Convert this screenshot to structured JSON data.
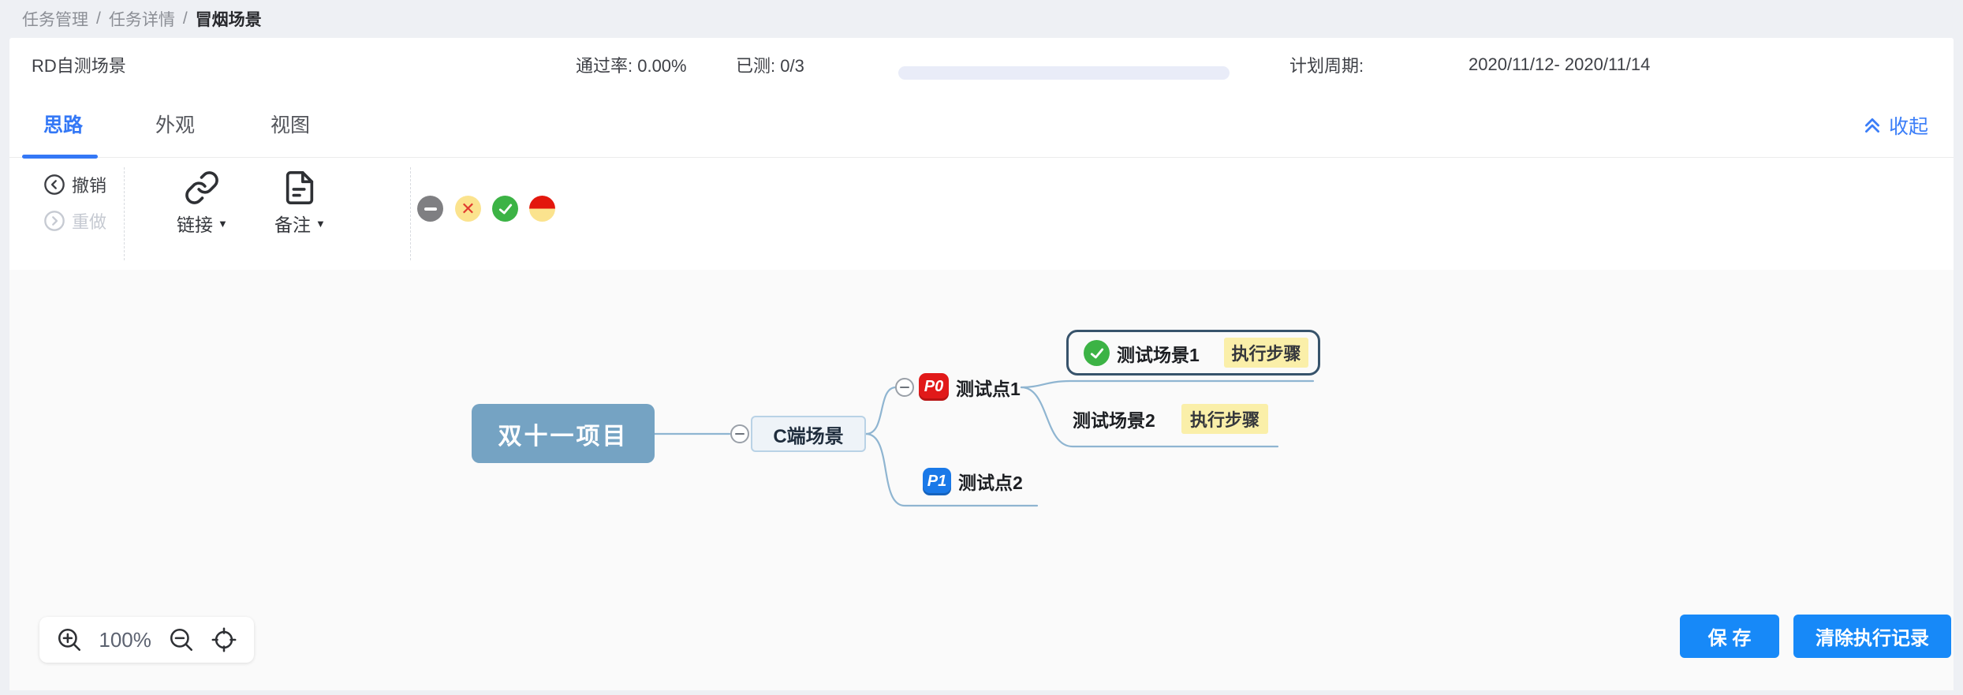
{
  "breadcrumb": {
    "items": [
      "任务管理",
      "任务详情",
      "冒烟场景"
    ],
    "separator": "/"
  },
  "header": {
    "title": "RD自测场景",
    "pass_rate": "通过率: 0.00%",
    "tested": "已测: 0/3",
    "progress_percent": 0,
    "plan_period_label": "计划周期:",
    "plan_period_value": "2020/11/12- 2020/11/14"
  },
  "tabs": {
    "items": [
      {
        "label": "思路",
        "active": true
      },
      {
        "label": "外观",
        "active": false
      },
      {
        "label": "视图",
        "active": false
      }
    ],
    "collapse_label": "收起"
  },
  "toolbar": {
    "undo_label": "撤销",
    "redo_label": "重做",
    "link_label": "链接",
    "note_label": "备注",
    "status_icons": [
      "status-blocked-gray-minus",
      "status-failed-yellow-x",
      "status-passed-green-check",
      "status-partial-red-yellow"
    ],
    "fail_x": "✕"
  },
  "mindmap": {
    "root": {
      "label": "双十一项目"
    },
    "group": {
      "label": "C端场景"
    },
    "point1": {
      "priority": "P0",
      "label": "测试点1"
    },
    "point2": {
      "priority": "P1",
      "label": "测试点2"
    },
    "scenario1": {
      "label": "测试场景1",
      "badge": "执行步骤",
      "status": "passed",
      "selected": true
    },
    "scenario2": {
      "label": "测试场景2",
      "badge": "执行步骤"
    }
  },
  "canvas_controls": {
    "zoom_level": "100%"
  },
  "footer": {
    "save_label": "保 存",
    "clear_label": "清除执行记录"
  },
  "colors": {
    "accent_blue": "#1789f8",
    "tab_active_blue": "#3478f6",
    "root_node": "#75a3c3",
    "branch_line": "#8fb5d1",
    "badge_yellow": "#faefa9",
    "priority_p0_red": "#e11919",
    "priority_p1_blue": "#1a79e8",
    "pass_green": "#3cb345",
    "fail_red": "#e03a2f",
    "status_yellow": "#fbe38e",
    "status_gray": "#7f7f82",
    "selected_border": "#37536b",
    "progress_track": "#e9ecf8"
  }
}
